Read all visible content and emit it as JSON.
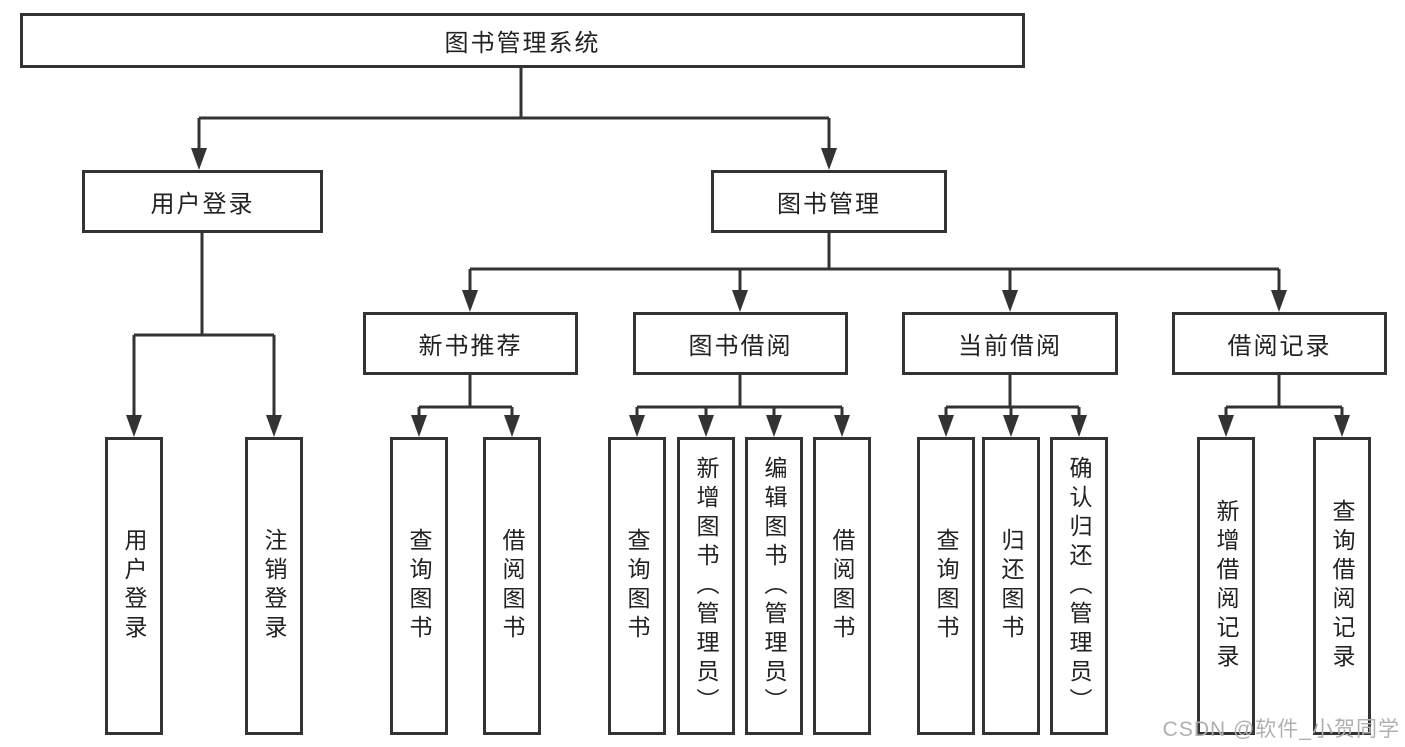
{
  "diagram": {
    "root": {
      "label": "图书管理系统"
    },
    "level2": [
      {
        "label": "用户登录",
        "parent": "图书管理系统"
      },
      {
        "label": "图书管理",
        "parent": "图书管理系统"
      }
    ],
    "level3": [
      {
        "label": "新书推荐",
        "parent": "图书管理"
      },
      {
        "label": "图书借阅",
        "parent": "图书管理"
      },
      {
        "label": "当前借阅",
        "parent": "图书管理"
      },
      {
        "label": "借阅记录",
        "parent": "图书管理"
      }
    ],
    "leaves": [
      {
        "label": "用户登录",
        "parent": "用户登录"
      },
      {
        "label": "注销登录",
        "parent": "用户登录"
      },
      {
        "label": "查询图书",
        "parent": "新书推荐"
      },
      {
        "label": "借阅图书",
        "parent": "新书推荐"
      },
      {
        "label": "查询图书",
        "parent": "图书借阅"
      },
      {
        "label": "新增图书（管理员）",
        "parent": "图书借阅"
      },
      {
        "label": "编辑图书（管理员）",
        "parent": "图书借阅"
      },
      {
        "label": "借阅图书",
        "parent": "图书借阅"
      },
      {
        "label": "查询图书",
        "parent": "当前借阅"
      },
      {
        "label": "归还图书",
        "parent": "当前借阅"
      },
      {
        "label": "确认归还（管理员）",
        "parent": "当前借阅"
      },
      {
        "label": "新增借阅记录",
        "parent": "借阅记录"
      },
      {
        "label": "查询借阅记录",
        "parent": "借阅记录"
      }
    ],
    "watermark": "CSDN @软件_小贺同学",
    "colors": {
      "line": "#333333",
      "box_border": "#333333",
      "box_fill": "#ffffff",
      "text": "#222222",
      "watermark": "#b0b0b0"
    }
  }
}
